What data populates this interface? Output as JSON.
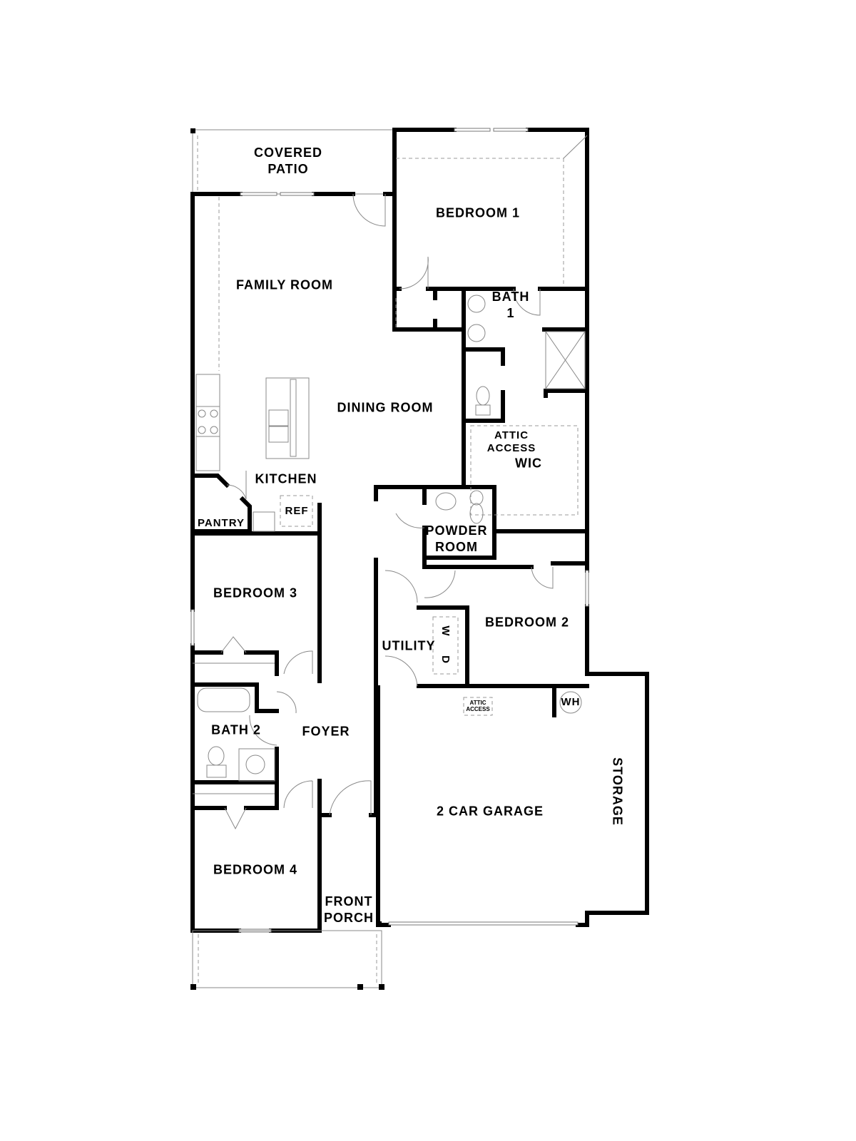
{
  "rooms": {
    "covered_patio": "COVERED\nPATIO",
    "bedroom_1": "BEDROOM 1",
    "family_room": "FAMILY ROOM",
    "bath_1": "BATH\n1",
    "dining_room": "DINING ROOM",
    "attic_access_wic": "ATTIC\nACCESS",
    "wic": "WIC",
    "kitchen": "KITCHEN",
    "ref": "REF",
    "pantry": "PANTRY",
    "powder_room": "POWDER\nROOM",
    "bedroom_3": "BEDROOM 3",
    "bedroom_2": "BEDROOM 2",
    "utility": "UTILITY",
    "washer": "W",
    "dryer": "D",
    "attic_access_garage": "ATTIC\nACCESS",
    "water_heater": "WH",
    "bath_2": "BATH 2",
    "foyer": "FOYER",
    "garage": "2 CAR GARAGE",
    "storage": "STORAGE",
    "bedroom_4": "BEDROOM 4",
    "front_porch": "FRONT\nPORCH"
  }
}
